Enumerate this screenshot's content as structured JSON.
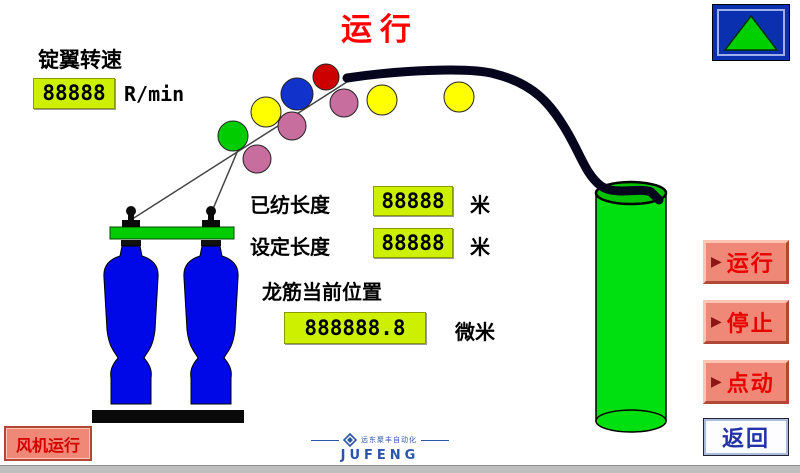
{
  "title": "运行",
  "speed": {
    "label": "锭翼转速",
    "value": "88888",
    "unit": "R/min"
  },
  "spun_length": {
    "label": "已纺长度",
    "value": "88888",
    "unit": "米"
  },
  "set_length": {
    "label": "设定长度",
    "value": "88888",
    "unit": "米"
  },
  "position": {
    "label": "龙筋当前位置",
    "value": "888888.8",
    "unit": "微米"
  },
  "buttons": {
    "run": "运行",
    "stop": "停止",
    "jog": "点动",
    "back": "返回",
    "fan": "风机运行",
    "arrow_marker": "▶"
  },
  "logo": {
    "name": "JUFENG",
    "tagline": "远东聚丰自动化"
  },
  "colors": {
    "title_red": "#FF0000",
    "value_box_bg": "#CCF000",
    "button_bg": "#F08878",
    "button_text": "#E80000",
    "back_text": "#2233AA",
    "cylinder_green": "#00E010",
    "bobbin_blue": "#0008E8",
    "up_arrow_green": "#00D000"
  }
}
